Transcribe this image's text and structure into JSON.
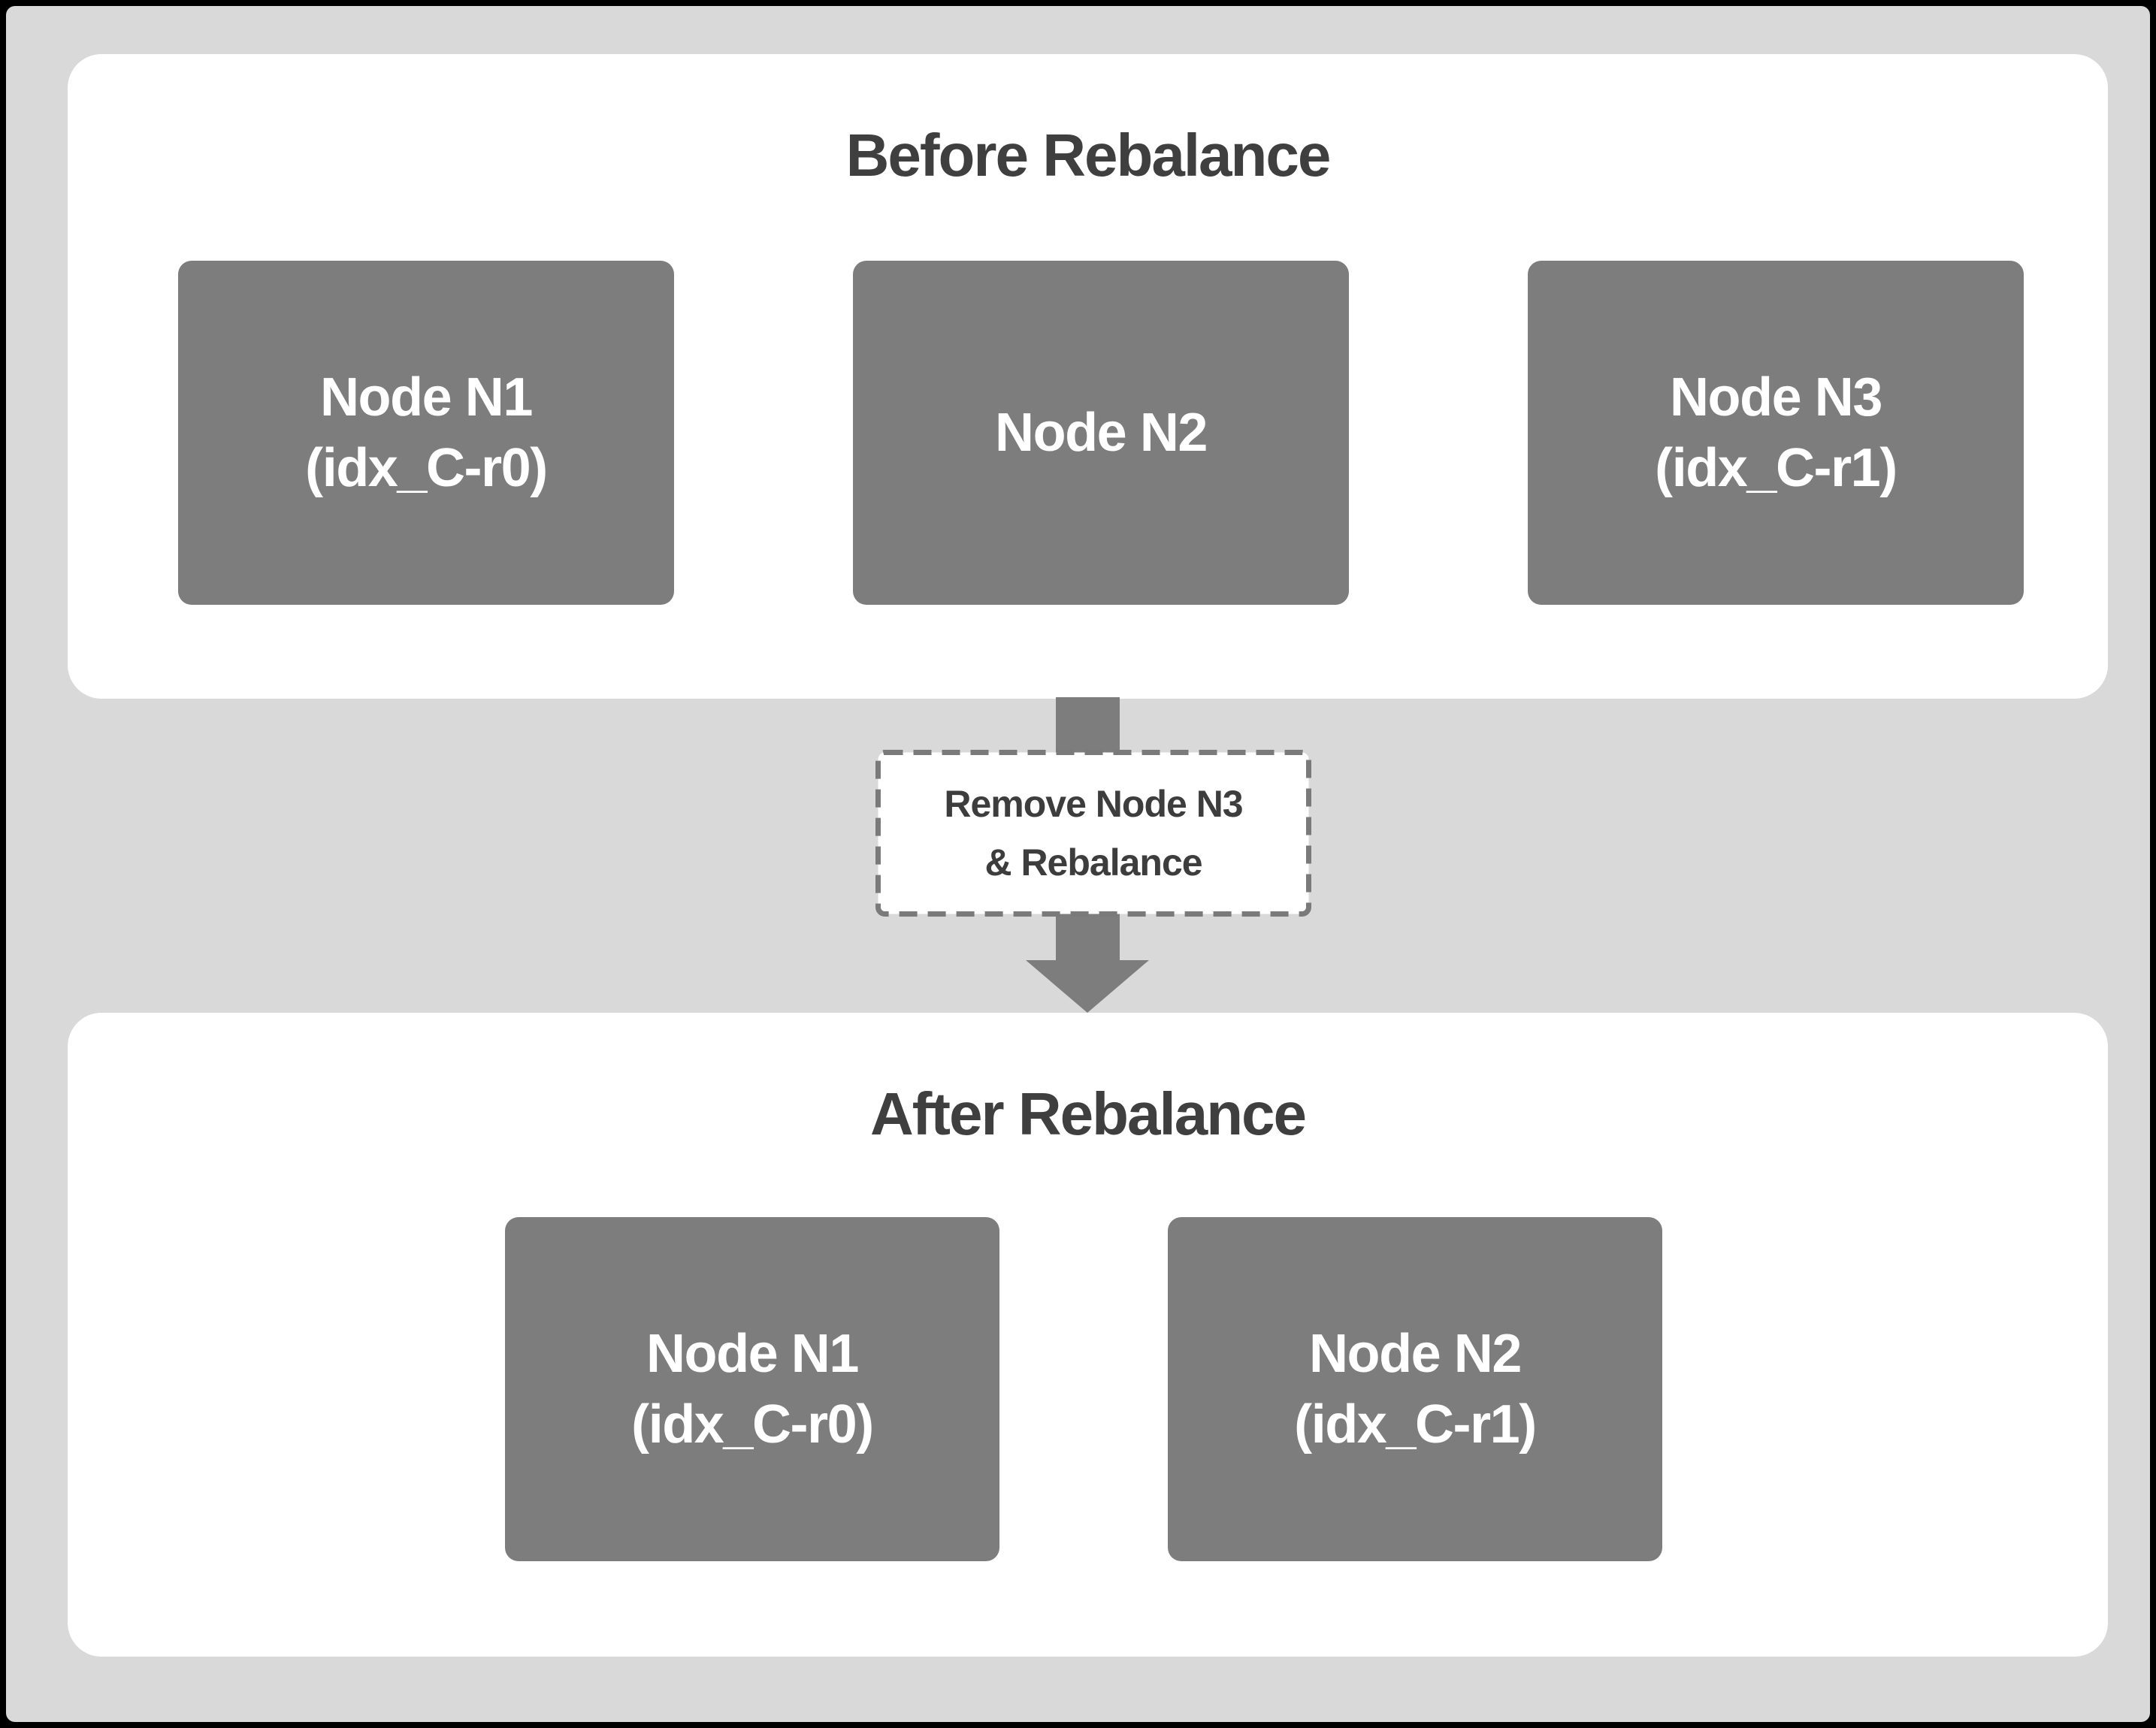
{
  "colors": {
    "frame": "#000000",
    "background": "#d9d9d9",
    "panel": "#ffffff",
    "node": "#7d7d7d",
    "arrow": "#7d7d7d",
    "title_text": "#3f3f3f",
    "node_text": "#ffffff",
    "dashed_border": "#7a7a7a",
    "transition_text": "#3d3d3d"
  },
  "before": {
    "title": "Before Rebalance",
    "nodes": [
      {
        "line1": "Node N1",
        "line2": "(idx_C-r0)"
      },
      {
        "line1": "Node N2",
        "line2": ""
      },
      {
        "line1": "Node N3",
        "line2": "(idx_C-r1)"
      }
    ]
  },
  "transition": {
    "line1": "Remove Node N3",
    "line2": "& Rebalance"
  },
  "after": {
    "title": "After Rebalance",
    "nodes": [
      {
        "line1": "Node N1",
        "line2": "(idx_C-r0)"
      },
      {
        "line1": "Node N2",
        "line2": "(idx_C-r1)"
      }
    ]
  }
}
